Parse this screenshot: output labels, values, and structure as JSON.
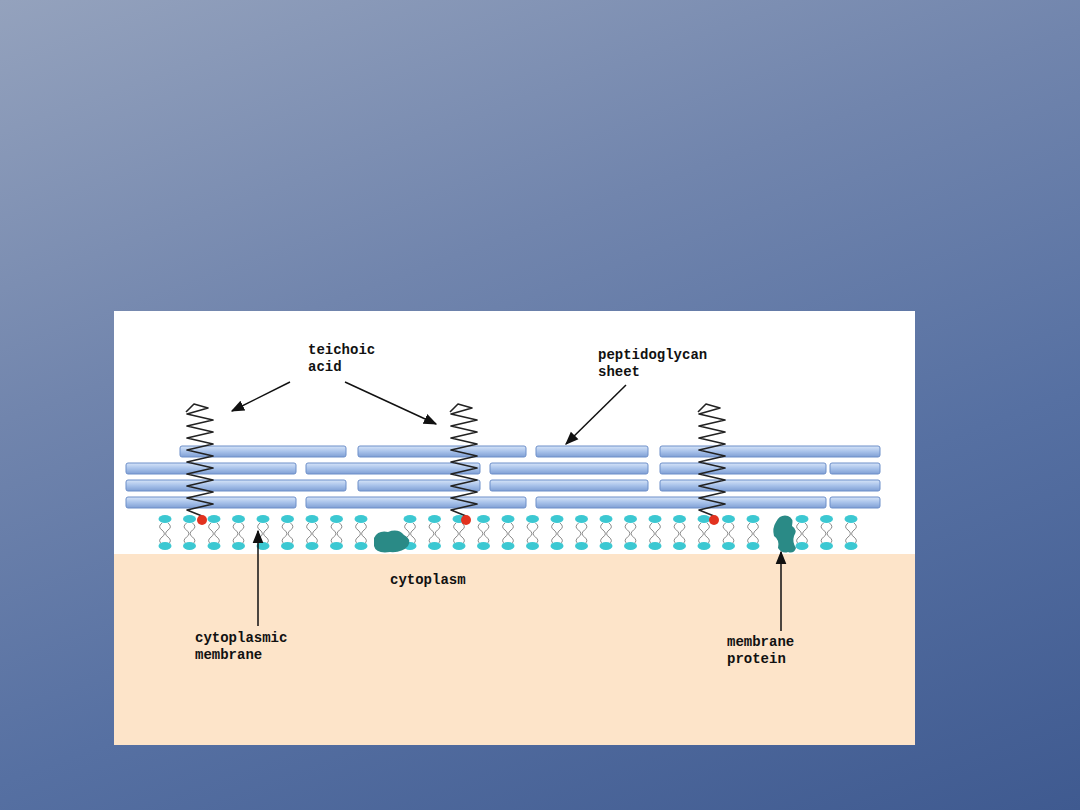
{
  "diagram": {
    "labels": [
      "teichoic acid",
      "peptidoglycan sheet",
      "cytoplasm",
      "cytoplasmic membrane",
      "membrane protein"
    ]
  }
}
